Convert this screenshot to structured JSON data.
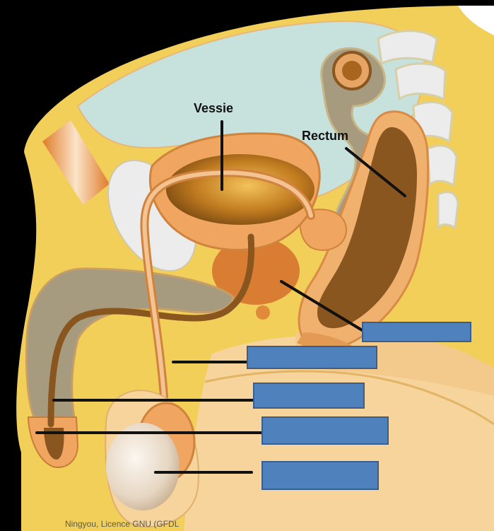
{
  "labels": {
    "bladder": "Vessie",
    "rectum": "Rectum"
  },
  "credit": "Ningyou, Licence GNU (GFDL",
  "answer_boxes": [
    "",
    "",
    "",
    "",
    ""
  ],
  "colors": {
    "background": "#000000",
    "tissue_yellow": "#f2cf58",
    "skin_tan": "#f5cf95",
    "bladder_lumen": "#c8e3dd",
    "wall_orange": "#e39a55",
    "duct_brown": "#a8651f",
    "rectum_fill": "#8a561f",
    "prostate": "#d97d33",
    "bone": "#e8e8e0",
    "penis_gray": "#a59a80",
    "testis": "#e8dccb",
    "answer_box": "#4f81bd"
  }
}
